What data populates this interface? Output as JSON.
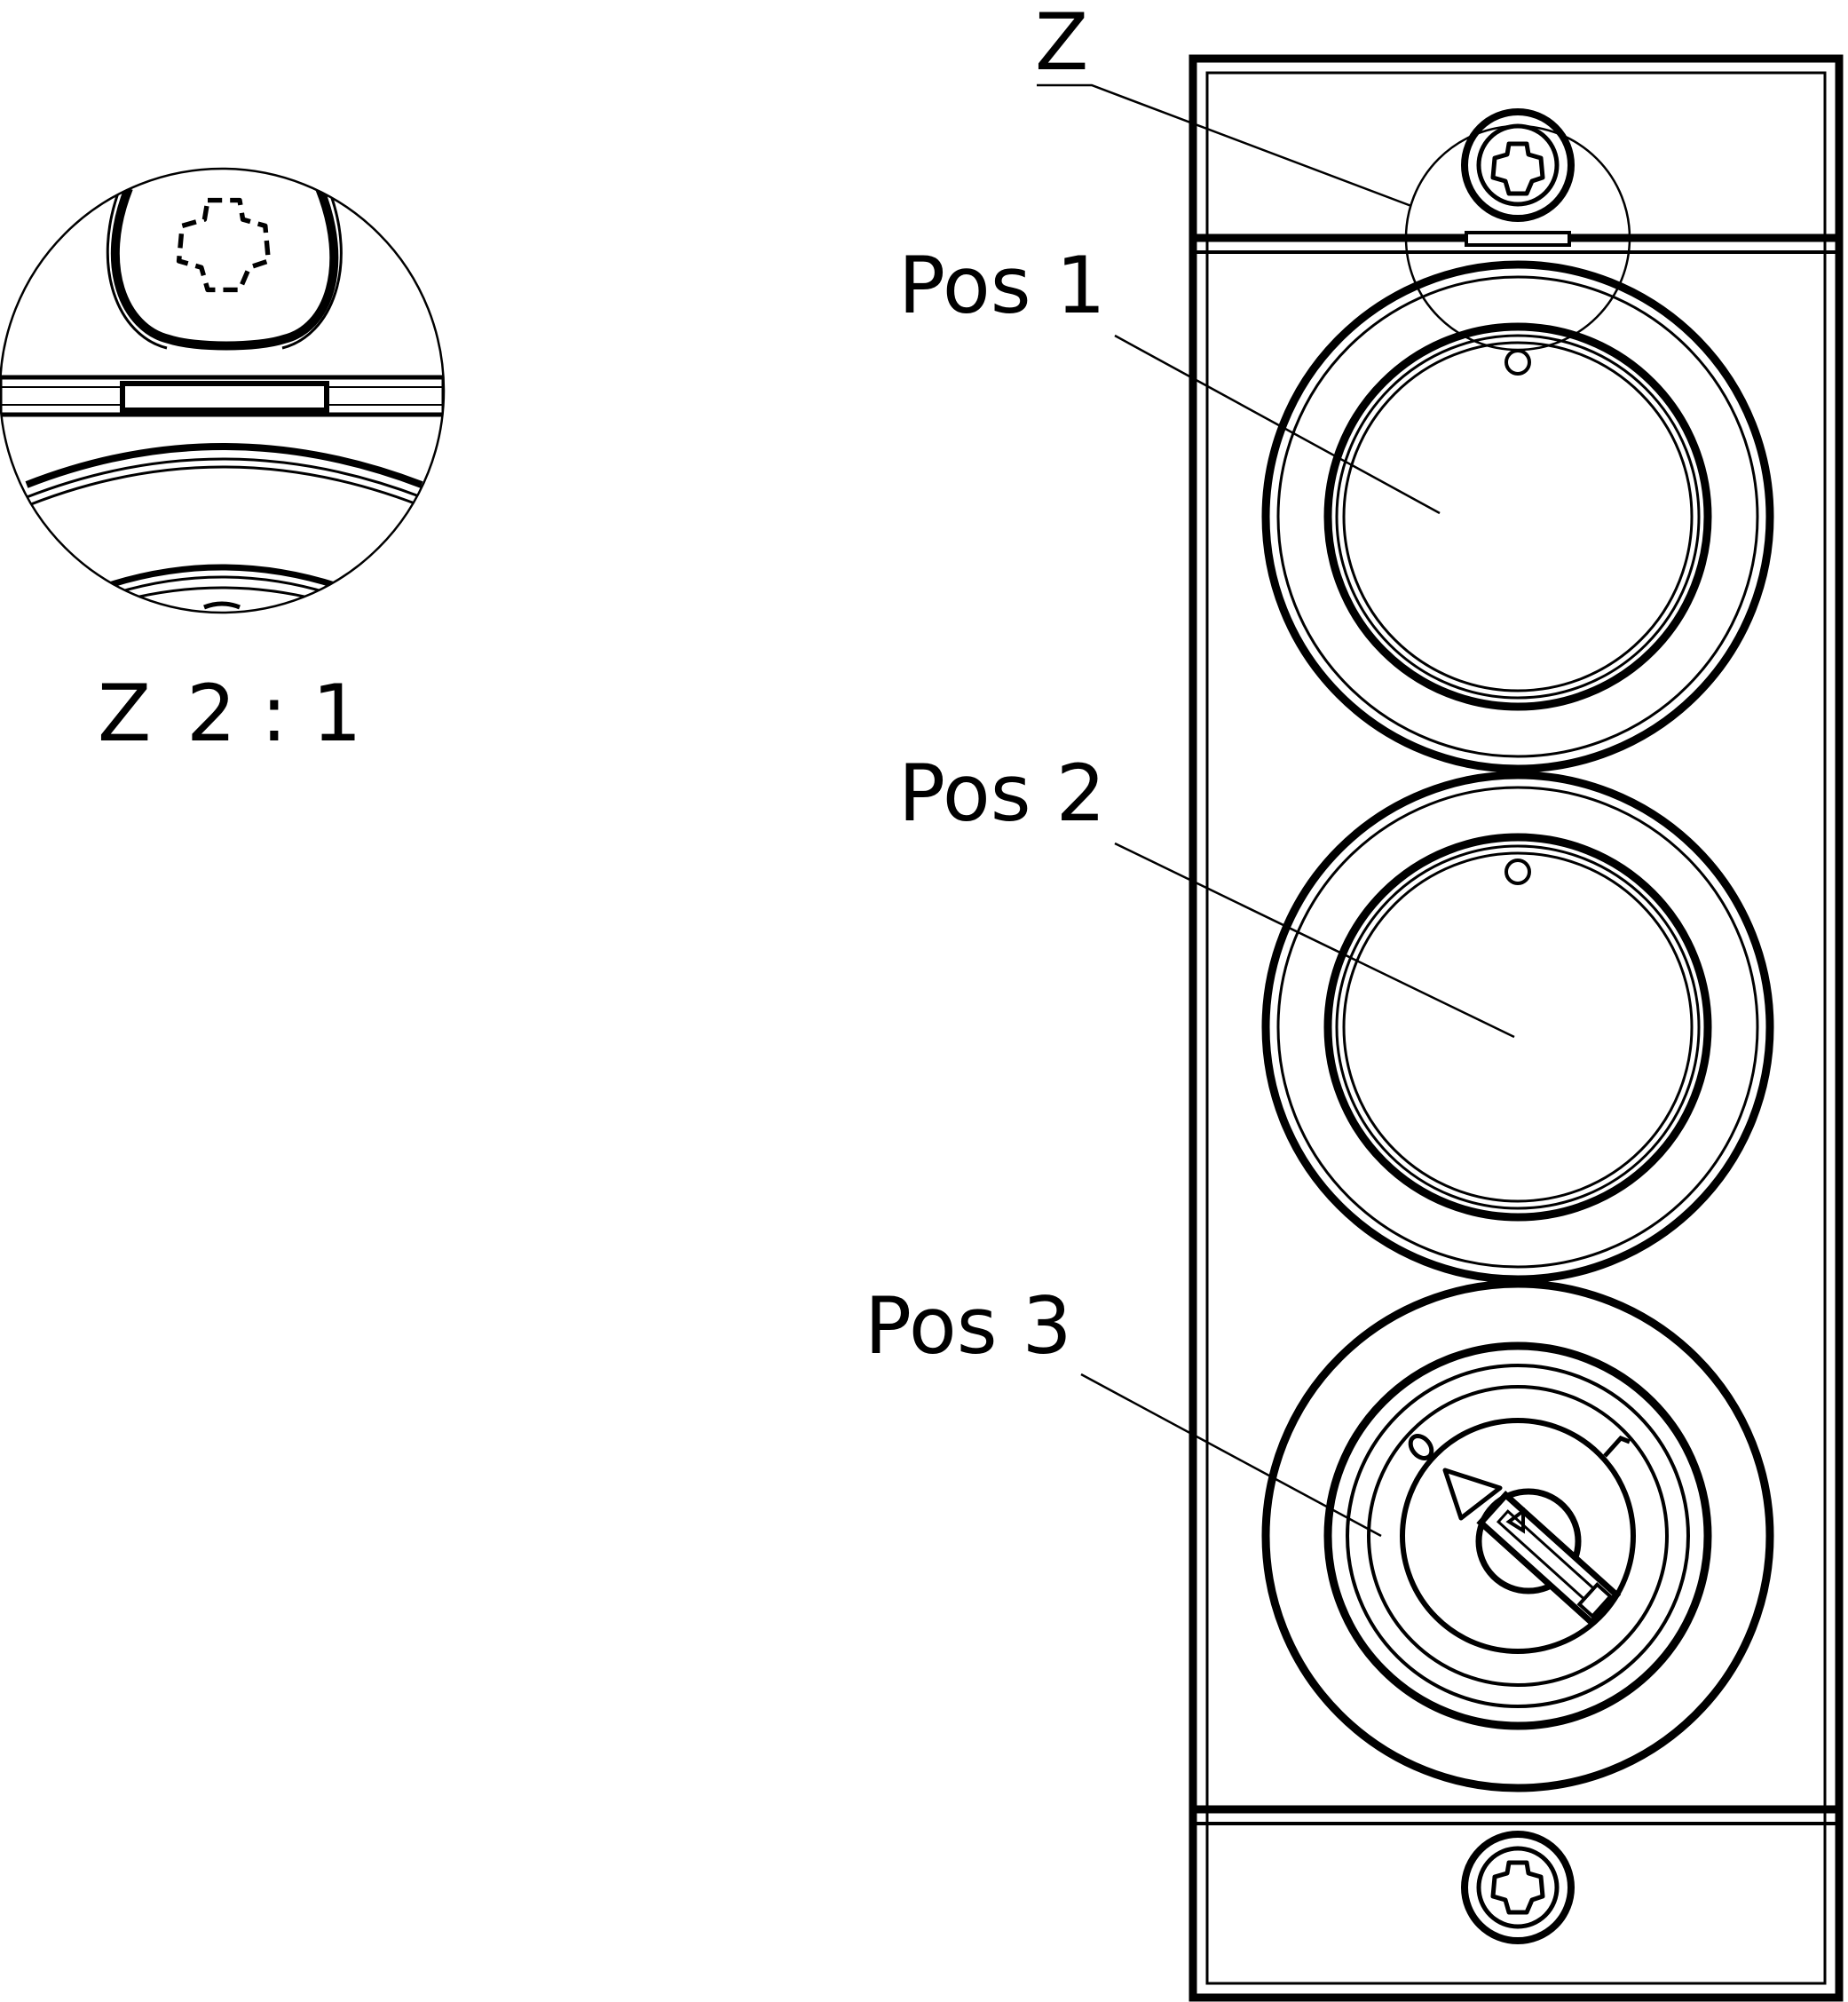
{
  "labels": {
    "detail_marker": "Z",
    "pos1": "Pos 1",
    "pos2": "Pos 2",
    "pos3": "Pos 3",
    "detail_view_letter": "Z",
    "detail_view_scale": "2 : 1"
  },
  "colors": {
    "line": "#000000",
    "background": "#ffffff"
  },
  "components": {
    "pos1": "indicator-light",
    "pos2": "indicator-light",
    "pos3": "key-switch"
  },
  "icons": {
    "screw": "torx-screw-icon",
    "key": "key-icon",
    "arrow": "direction-arrow-icon"
  }
}
